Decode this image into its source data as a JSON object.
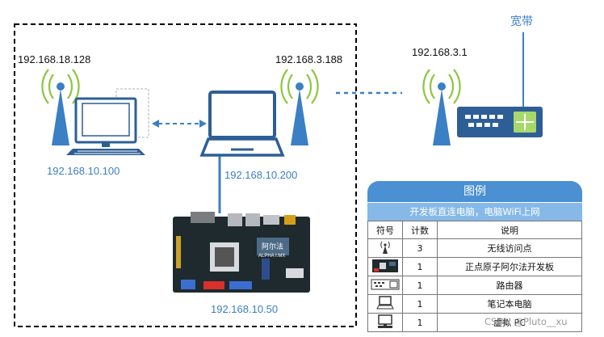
{
  "labels": {
    "broadband": "宽带",
    "pc_ip_top": "192.168.18.128",
    "laptop_ip_top": "192.168.3.188",
    "router_ip_top": "192.168.3.1",
    "pc_ip_bottom": "192.168.10.100",
    "laptop_ip_bottom": "192.168.10.200",
    "board_ip": "192.168.10.50",
    "board_brand": "阿尔法",
    "board_model": "ALPHA I.MX"
  },
  "legend": {
    "title": "图例",
    "subtitle": "开发板直连电脑，电脑WiFi上网",
    "headers": [
      "符号",
      "计数",
      "说明"
    ],
    "rows": [
      {
        "icon": "wifi-antenna-icon",
        "count": "3",
        "desc": "无线访问点"
      },
      {
        "icon": "dev-board-icon",
        "count": "1",
        "desc": "正点原子阿尔法开发板"
      },
      {
        "icon": "router-icon",
        "count": "1",
        "desc": "路由器"
      },
      {
        "icon": "laptop-icon",
        "count": "1",
        "desc": "笔记本电脑"
      },
      {
        "icon": "desktop-pc-icon",
        "count": "1",
        "desc": "虚拟 PC"
      }
    ]
  },
  "watermark": "CSDN @Pluto__xu",
  "colors": {
    "accent": "#3b7fc4",
    "legend_head": "#4a90d2",
    "legend_sub": "#86b9e8",
    "wifi_arc": "#8cc63f",
    "board": "#1f2a2e"
  }
}
